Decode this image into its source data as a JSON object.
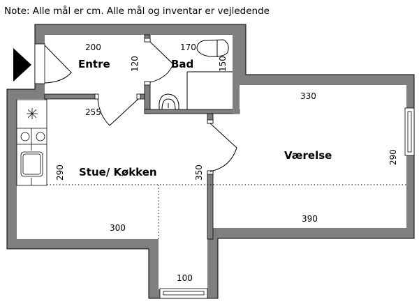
{
  "note": "Note: Alle mål er cm. Alle mål og inventar er vejledende",
  "colors": {
    "wall": "#7f7f7f",
    "floor": "#ffffff",
    "line": "#000000"
  },
  "rooms": {
    "entre": "Entre",
    "bad": "Bad",
    "stue": "Stue/ Køkken",
    "vaerelse": "Værelse"
  },
  "dimensions": {
    "entre_width": "200",
    "entre_depth": "120",
    "bad_width": "170",
    "bad_depth": "150",
    "stue_door": "255",
    "stue_depth": "290",
    "stue_width": "300",
    "stue_length": "350",
    "vaerelse_width": "330",
    "vaerelse_depth": "290",
    "vaerelse_bottom": "390",
    "corridor_width": "100"
  },
  "icons": {
    "entrance": "entrance-arrow-icon"
  }
}
